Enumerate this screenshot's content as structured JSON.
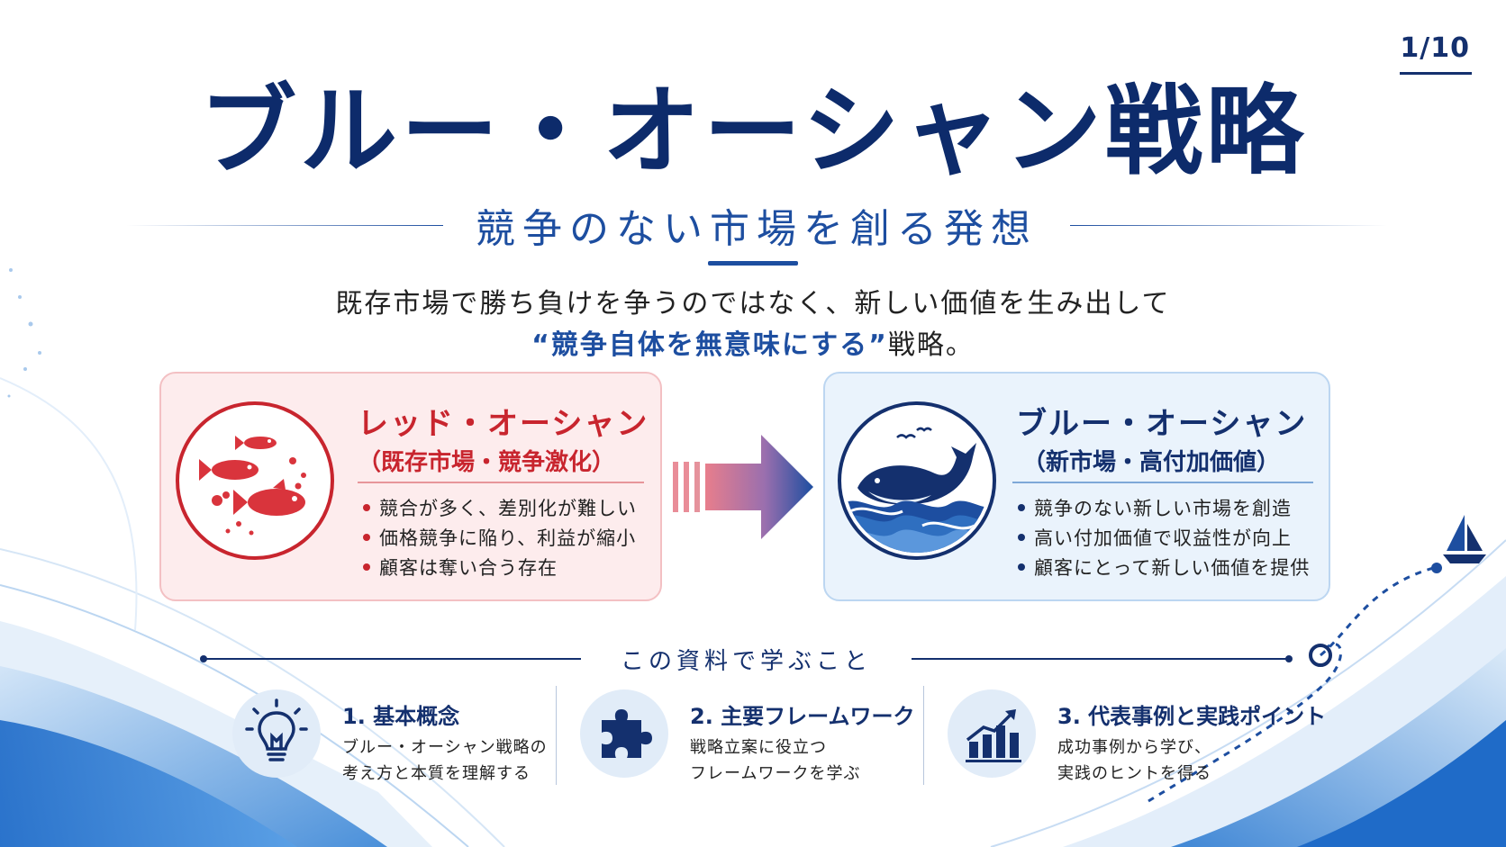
{
  "page": {
    "number": "1/10"
  },
  "title": "ブルー・オーシャン戦略",
  "subtitle": "競争のない市場を創る発想",
  "lead": {
    "line1": "既存市場で勝ち負けを争うのではなく、新しい価値を生み出して",
    "line2_emphasis": "“競争自体を無意味にする”",
    "line2_rest": "戦略。"
  },
  "red_ocean": {
    "title": "レッド・オーシャン",
    "subtitle": "（既存市場・競争激化）",
    "icon": "fish-icon",
    "bullets": [
      "競合が多く、差別化が難しい",
      "価格競争に陥り、利益が縮小",
      "顧客は奪い合う存在"
    ]
  },
  "blue_ocean": {
    "title": "ブルー・オーシャン",
    "subtitle": "（新市場・高付加価値）",
    "icon": "whale-icon",
    "bullets": [
      "競争のない新しい市場を創造",
      "高い付加価値で収益性が向上",
      "顧客にとって新しい価値を提供"
    ]
  },
  "learn": {
    "heading": "この資料で学ぶこと",
    "items": [
      {
        "title": "1. 基本概念",
        "desc1": "ブルー・オーシャン戦略の",
        "desc2": "考え方と本質を理解する",
        "icon": "lightbulb-icon"
      },
      {
        "title": "2. 主要フレームワーク",
        "desc1": "戦略立案に役立つ",
        "desc2": "フレームワークを学ぶ",
        "icon": "puzzle-icon"
      },
      {
        "title": "3. 代表事例と実践ポイント",
        "desc1": "成功事例から学び、",
        "desc2": "実践のヒントを得る",
        "icon": "growth-chart-icon"
      }
    ]
  },
  "colors": {
    "navy": "#14306e",
    "blue": "#1d4ea0",
    "red": "#c8252e"
  }
}
